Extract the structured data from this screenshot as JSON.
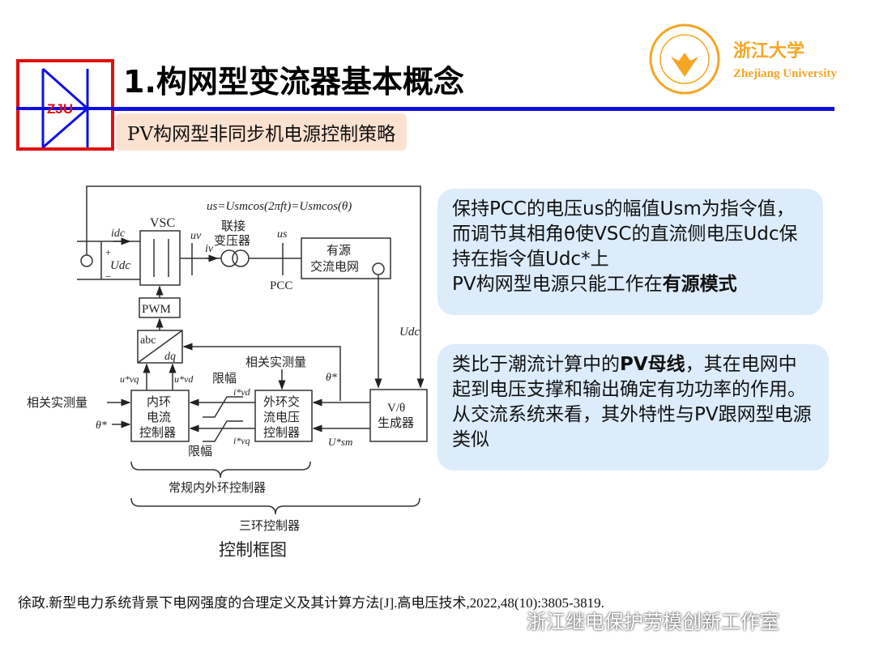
{
  "header": {
    "title": "1.构网型变流器基本概念",
    "subtitle": "PV构网型非同步机电源控制策略",
    "zju_logo_text": "ZJU",
    "university_name_cn": "浙江大学",
    "university_name_en": "Zhejiang University",
    "accent_color": "#1010e0",
    "logo_color": "#f5a623"
  },
  "diagram": {
    "formula": "us=Usmcos(2πft)=Usmcos(θ)",
    "vsc": "VSC",
    "idc": "idc",
    "udc_left": "Udc",
    "plus": "+",
    "minus": "−",
    "uv": "uv",
    "iv": "iv",
    "transformer_line1": "联接",
    "transformer_line2": "变压器",
    "us": "us",
    "pcc": "PCC",
    "grid_line1": "有源",
    "grid_line2": "交流电网",
    "udc_right": "Udc",
    "pwm": "PWM",
    "abc": "abc",
    "dq": "dq",
    "measure_top": "相关实测量",
    "theta_star_top": "θ*",
    "limit_top": "限幅",
    "limit_bottom": "限幅",
    "uvq": "u*vq",
    "uvd": "u*vd",
    "ivd": "i*vd",
    "ivq": "i*vq",
    "measure_left": "相关实测量",
    "theta_star_left": "θ*",
    "inner": [
      "内环",
      "电流",
      "控制器"
    ],
    "outer": [
      "外环交",
      "流电压",
      "控制器"
    ],
    "vtheta": [
      "V/θ",
      "生成器"
    ],
    "usm": "U*sm",
    "brace_inner_outer": "常规内外环控制器",
    "brace_three": "三环控制器",
    "caption": "控制框图"
  },
  "cards": {
    "card1": {
      "text": "保持PCC的电压us的幅值Usm为指令值，而调节其相角θ使VSC的直流侧电压Udc保持在指令值Udc*上",
      "line2_prefix": "PV构网型电源只能工作在",
      "line2_bold": "有源模式"
    },
    "card2": {
      "prefix": "类比于潮流计算中的",
      "bold": "PV母线",
      "suffix": "，其在电网中起到电压支撑和输出确定有功功率的作用。从交流系统来看，其外特性与PV跟网型电源类似"
    },
    "card_color": "#dcecfa"
  },
  "footer": {
    "citation": "徐政.新型电力系统背景下电网强度的合理定义及其计算方法[J].高电压技术,2022,48(10):3805-3819.",
    "watermark": "浙江继电保护劳模创新工作室"
  }
}
